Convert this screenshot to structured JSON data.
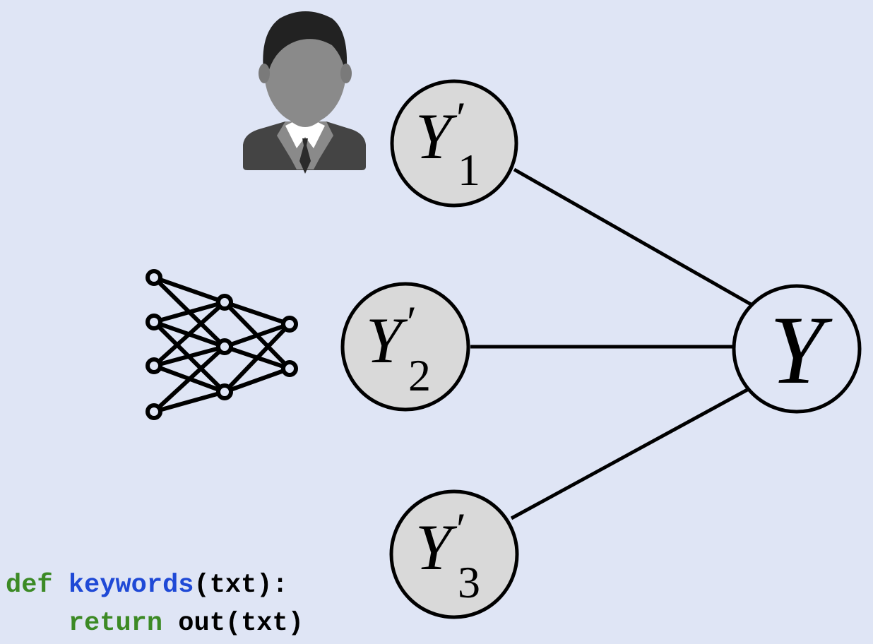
{
  "nodes": [
    {
      "id": "y1",
      "base": "Y",
      "prime": "′",
      "subscript": "1"
    },
    {
      "id": "y2",
      "base": "Y",
      "prime": "′",
      "subscript": "2"
    },
    {
      "id": "y3",
      "base": "Y",
      "prime": "′",
      "subscript": "3"
    }
  ],
  "target": {
    "label": "Y"
  },
  "sources": [
    {
      "id": "human",
      "icon": "person-icon"
    },
    {
      "id": "model",
      "icon": "neural-network-icon"
    },
    {
      "id": "code",
      "icon": "code-snippet"
    }
  ],
  "code": {
    "line1": {
      "keyword": "def",
      "function": "keywords",
      "rest": "(txt):"
    },
    "line2": {
      "keyword": "return",
      "rest": "out(txt)"
    }
  },
  "colors": {
    "background": "#dfe5f5",
    "node_fill": "#d9d9d9",
    "keyword": "#3c8a25",
    "function_name": "#1f49d6"
  }
}
